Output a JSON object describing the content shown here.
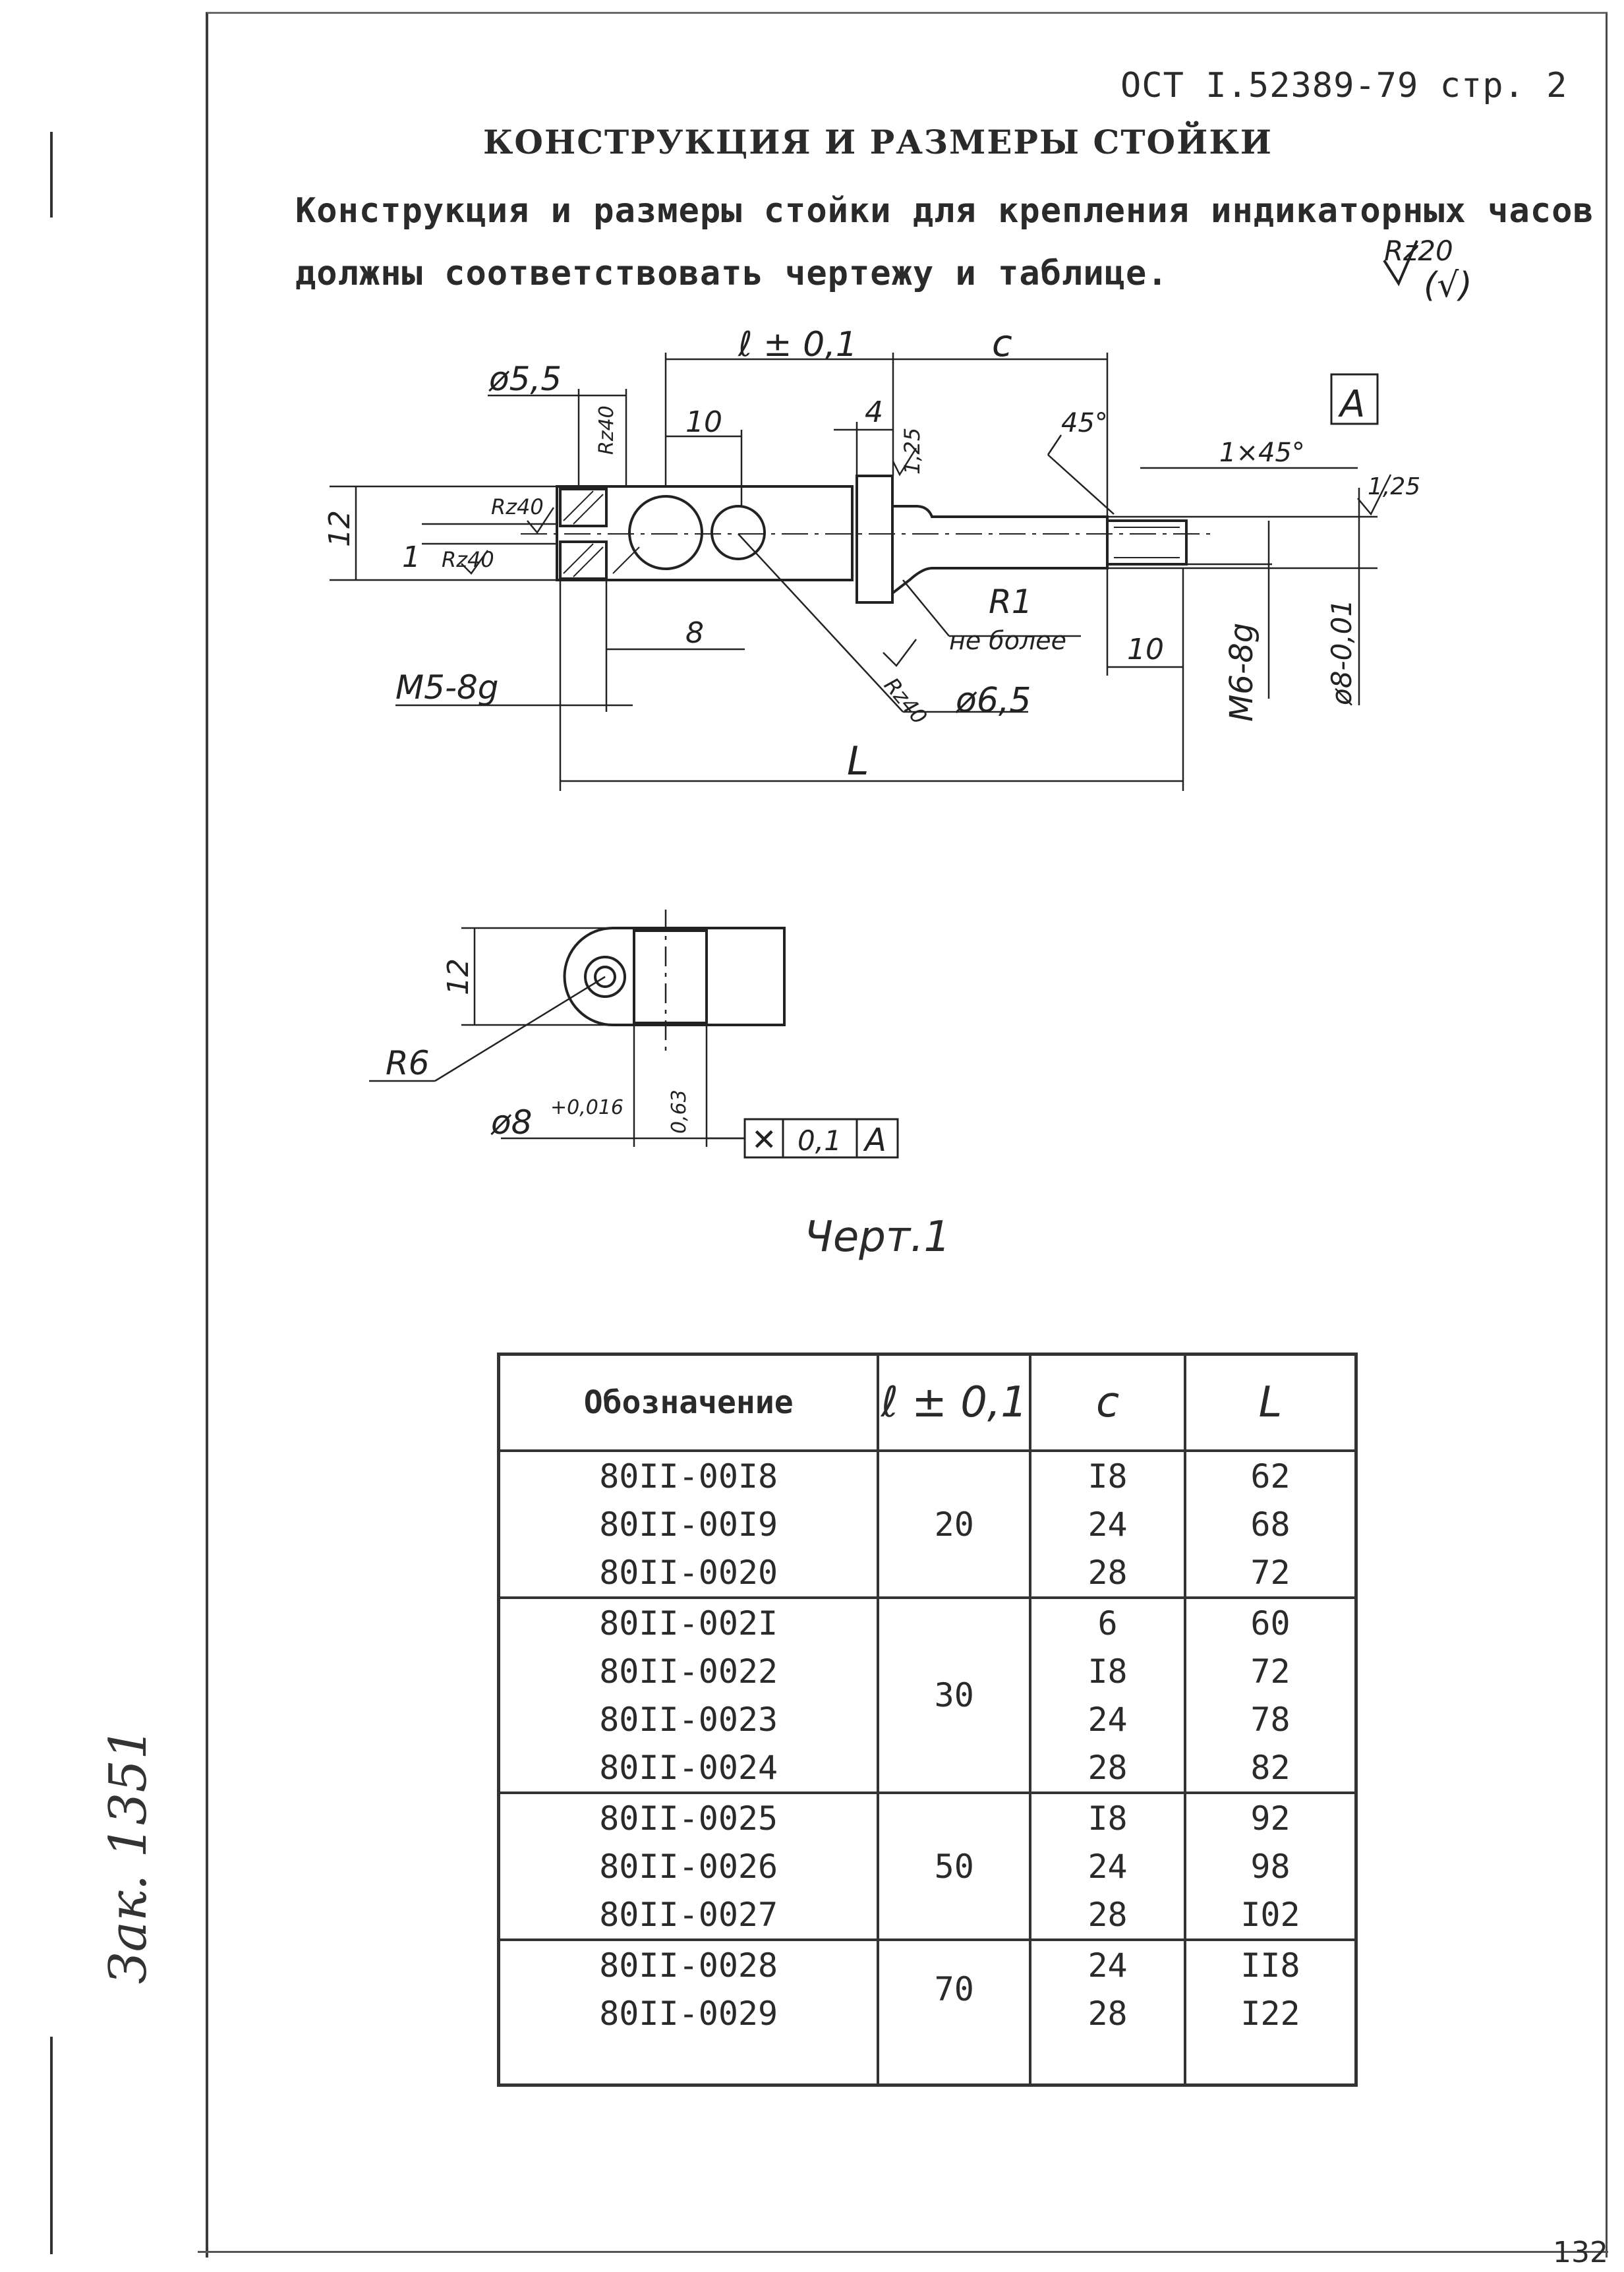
{
  "header": {
    "doc_code": "ОСТ I.52389-79 стр. 2"
  },
  "title": "КОНСТРУКЦИЯ И РАЗМЕРЫ СТОЙКИ",
  "paragraph": {
    "line1": "Конструкция и размеры стойки для крепления индикаторных часов",
    "line2": "должны соответствовать чертежу и таблице."
  },
  "drawing": {
    "roughness_main_value": "Rz20",
    "roughness_main_rest": "(√)",
    "dims": {
      "d55": "ø5,5",
      "l01": "ℓ ± 0,1",
      "c": "c",
      "ten_top": "10",
      "four": "4",
      "deg45": "45°",
      "chamfer": "1×45°",
      "datum": "A",
      "rz40_v": "Rz40",
      "rz40_a": "Rz40",
      "rz40_b": "Rz40",
      "rz40_c": "Rz40",
      "r125_a": "1,25",
      "r125_b": "1,25",
      "twelve": "12",
      "one": "1",
      "eight": "8",
      "m5": "M5-8g",
      "r1": "R1",
      "ne_bolee": "не более",
      "ten_low": "10",
      "m6": "M6-8g",
      "d8": "ø8-0,01",
      "d65": "ø6,5",
      "L": "L"
    },
    "view2": {
      "twelve": "12",
      "r6": "R6",
      "d8": "ø8",
      "d8_tol": "+0,016",
      "r063": "0,63",
      "tol_symbol": "✕",
      "tol_value": "0,1",
      "tol_datum": "A"
    }
  },
  "caption": "Черт.1",
  "table": {
    "headers": [
      "Обозначение",
      "ℓ ± 0,1",
      "c",
      "L"
    ],
    "groups": [
      {
        "l": "20",
        "rows": [
          {
            "designation": "80II-00I8",
            "c": "I8",
            "L": "62"
          },
          {
            "designation": "80II-00I9",
            "c": "24",
            "L": "68"
          },
          {
            "designation": "80II-0020",
            "c": "28",
            "L": "72"
          }
        ]
      },
      {
        "l": "30",
        "rows": [
          {
            "designation": "80II-002I",
            "c": "6",
            "L": "60"
          },
          {
            "designation": "80II-0022",
            "c": "I8",
            "L": "72"
          },
          {
            "designation": "80II-0023",
            "c": "24",
            "L": "78"
          },
          {
            "designation": "80II-0024",
            "c": "28",
            "L": "82"
          }
        ]
      },
      {
        "l": "50",
        "rows": [
          {
            "designation": "80II-0025",
            "c": "I8",
            "L": "92"
          },
          {
            "designation": "80II-0026",
            "c": "24",
            "L": "98"
          },
          {
            "designation": "80II-0027",
            "c": "28",
            "L": "I02"
          }
        ]
      },
      {
        "l": "70",
        "rows": [
          {
            "designation": "80II-0028",
            "c": "24",
            "L": "II8"
          },
          {
            "designation": "80II-0029",
            "c": "28",
            "L": "I22"
          }
        ]
      }
    ]
  },
  "footer": {
    "page_number": "132",
    "handwritten_note": "Зак. 1351"
  }
}
